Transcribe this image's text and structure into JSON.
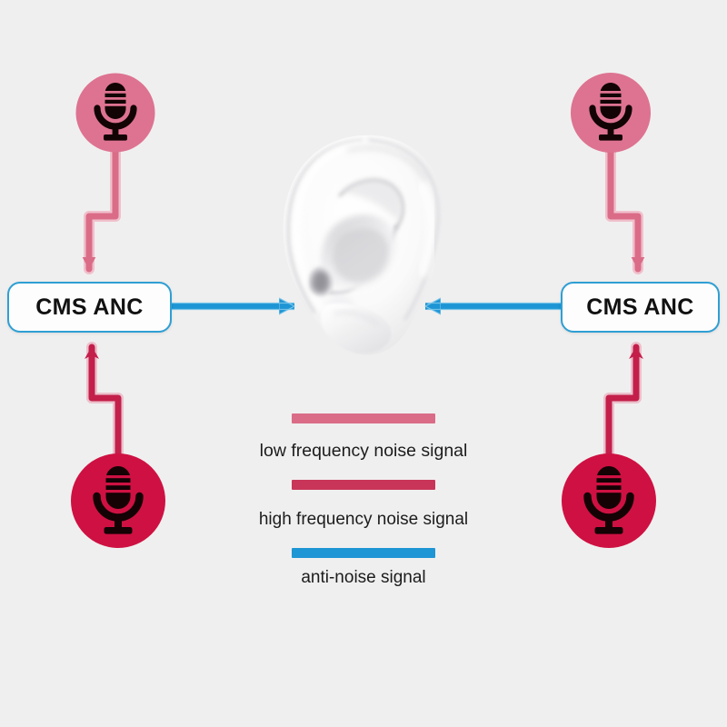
{
  "diagram": {
    "title": "CMS ANC feedforward feedback noise cancellation diagram",
    "background_color": "#f0efef"
  },
  "blocks": [
    {
      "id": "anc-left",
      "label": "CMS ANC",
      "border_color": "#2e9fd4",
      "fill_color": "#fdfdfd",
      "side": "left"
    },
    {
      "id": "anc-right",
      "label": "CMS ANC",
      "border_color": "#2e9fd4",
      "fill_color": "#fdfdfd",
      "side": "right"
    }
  ],
  "microphones": [
    {
      "id": "mic-top-left",
      "icon": "microphone-icon",
      "circle_color": "#dd7391",
      "glyph_color": "#120305",
      "signal": "low frequency noise signal",
      "position": "top-left"
    },
    {
      "id": "mic-top-right",
      "icon": "microphone-icon",
      "circle_color": "#dd7391",
      "glyph_color": "#120305",
      "signal": "low frequency noise signal",
      "position": "top-right"
    },
    {
      "id": "mic-bottom-left",
      "icon": "microphone-icon",
      "circle_color": "#ce1142",
      "glyph_color": "#140205",
      "signal": "high frequency noise signal",
      "position": "bottom-left"
    },
    {
      "id": "mic-bottom-right",
      "icon": "microphone-icon",
      "circle_color": "#ce1142",
      "glyph_color": "#140205",
      "signal": "high frequency noise signal",
      "position": "bottom-right"
    }
  ],
  "ear": {
    "label": "human ear illustration",
    "base_color": "#fbfbfb",
    "shade_color": "#c9c9cb"
  },
  "legend": {
    "items": [
      {
        "id": "low",
        "label": "low frequency noise signal",
        "color": "#da6c87"
      },
      {
        "id": "high",
        "label": "high frequency noise signal",
        "color": "#c83558"
      },
      {
        "id": "anti",
        "label": "anti-noise signal",
        "color": "#1e95d4"
      }
    ]
  },
  "arrows": [
    {
      "id": "arrow-top-left-down",
      "color": "#da6c87",
      "from": "mic-top-left",
      "to": "anc-left",
      "direction": "down"
    },
    {
      "id": "arrow-bottom-left-up",
      "color": "#c31f4a",
      "from": "mic-bottom-left",
      "to": "anc-left",
      "direction": "up"
    },
    {
      "id": "arrow-top-right-down",
      "color": "#da6c87",
      "from": "mic-top-right",
      "to": "anc-right",
      "direction": "down"
    },
    {
      "id": "arrow-bottom-right-up",
      "color": "#c31f4a",
      "from": "mic-bottom-right",
      "to": "anc-right",
      "direction": "up"
    },
    {
      "id": "arrow-anti-left",
      "color": "#1e95d4",
      "from": "anc-left",
      "to": "ear",
      "direction": "right"
    },
    {
      "id": "arrow-anti-right",
      "color": "#1e95d4",
      "from": "anc-right",
      "to": "ear",
      "direction": "left"
    }
  ]
}
